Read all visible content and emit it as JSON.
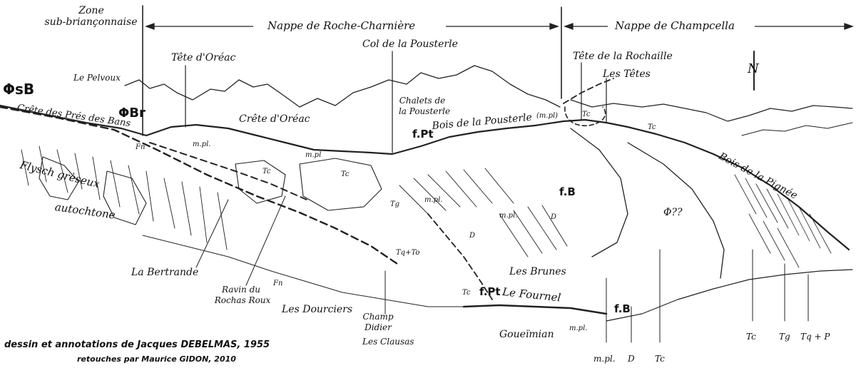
{
  "header": {
    "zone_line1": "Zone",
    "zone_line2": "sub-briançonnaise",
    "nappe_roche": "Nappe de Roche-Charnière",
    "nappe_champcella": "Nappe de Champcella"
  },
  "labels": {
    "pelvoux": "Le Pelvoux",
    "phi_sb": "ΦsB",
    "phi_br": "ΦBr",
    "crete_pres_bans": "Crête des Prés des Bans",
    "tete_oreac": "Tête d'Oréac",
    "crete_oreac": "Crête d'Oréac",
    "col_pousterle": "Col de la Pousterle",
    "chalets_line1": "Chalets de",
    "chalets_line2": "la Pousterle",
    "f_pt_top": "f.Pt",
    "bois_pousterle": "Bois de la Pousterle",
    "bois_pousterle_mpl": "(m.pl)",
    "tete_rochaille": "Tête de la Rochaille",
    "les_tetes": "Les Têtes",
    "north": "N",
    "bois_pignee": "Bois de la Pignée",
    "flysch_line1": "Flysch grèseux",
    "flysch_line2": "autochtone",
    "la_bertrande": "La Bertrande",
    "ravin_line1": "Ravin du",
    "ravin_line2": "Rochas Roux",
    "les_dourciers": "Les Dourciers",
    "champ_line1": "Champ",
    "champ_line2": "Didier",
    "les_clausas": "Les Clausas",
    "f_pt_low": "f.Pt",
    "le_fournel": "Le Fournel",
    "les_brunes": "Les Brunes",
    "gouetmian": "Goueïmian",
    "f_b_mid": "f.B",
    "f_b_low": "f.B",
    "phi_q": "Φ??",
    "fn_1": "Fn",
    "fn_2": "Fn",
    "mpl_1": "m.pl.",
    "mpl_2": "m.pl",
    "mpl_3": "m.pl.",
    "mpl_4": "m.pl.",
    "mpl_5": "m.pl.",
    "tc_1": "Tc",
    "tc_2": "Tc",
    "tc_3": "Tc",
    "tc_4": "Tc",
    "tc_5": "Tc",
    "tg_1": "Tg",
    "tq_to": "Tq+To",
    "d_1": "D",
    "d_2": "D",
    "bottom_mpl": "m.pl.",
    "bottom_d": "D",
    "bottom_tc_1": "Tc",
    "bottom_tc_2": "Tc",
    "bottom_tg": "Tg",
    "bottom_tqp": "Tq + P"
  },
  "credits": {
    "line1": "dessin et annotations de Jacques DEBELMAS, 1955",
    "line2": "retouches par Maurice GIDON, 2010"
  }
}
